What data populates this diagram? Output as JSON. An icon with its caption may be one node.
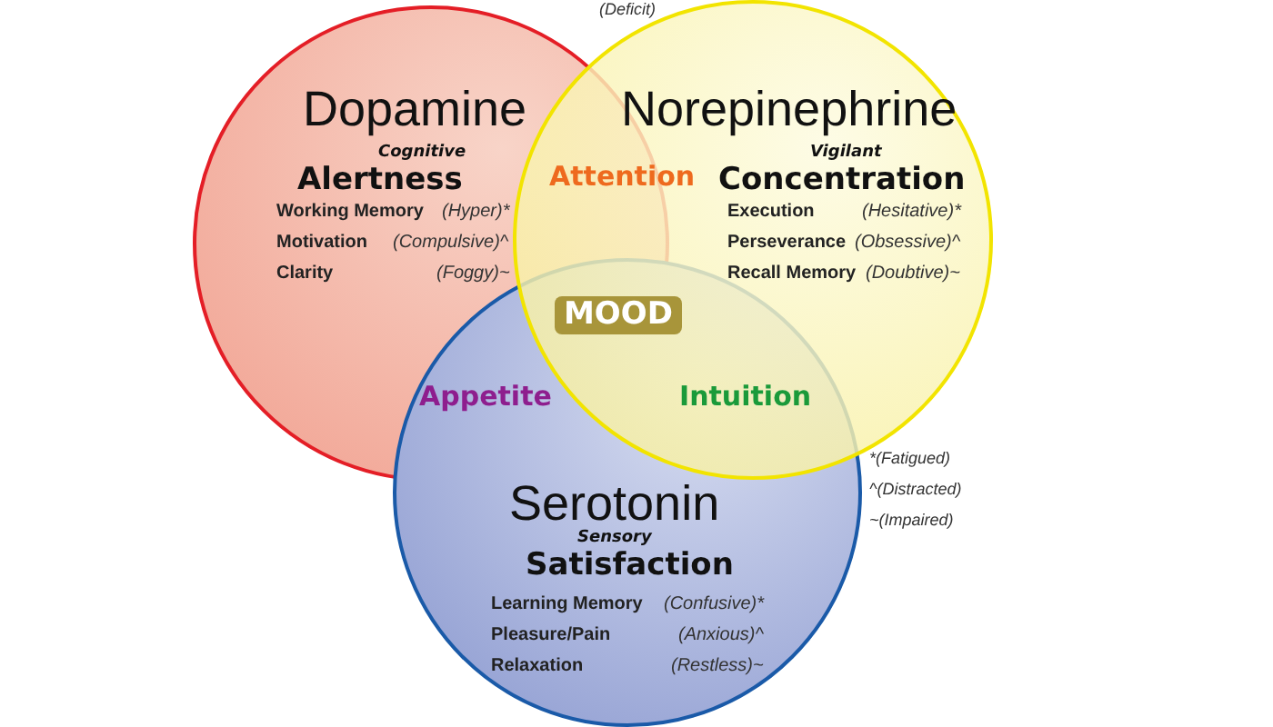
{
  "diagram": {
    "nodes": [
      {
        "text": [
          "Dopamine",
          "Cognitive",
          "Alertness",
          "Working Memory",
          "(Hyper)*",
          "Motivation",
          "(Compulsive)^",
          "Clarity",
          "(Foggy)~"
        ]
      },
      {
        "text": [
          "Serotonin",
          "Sensory",
          "Satisfaction",
          "Learning Memory",
          "(Confusive)*",
          "Pleasure/Pain",
          "(Anxious)^",
          "Relaxation",
          "(Restless)~"
        ]
      },
      {
        "text": [
          "Norepinephrine",
          "Vigilant",
          "Concentration",
          "Execution",
          "(Hesitative)*",
          "Perseverance",
          "(Obsessive)^",
          "Recall Memory",
          "(Doubtive)~"
        ]
      }
    ],
    "labels": [
      "(Deficit)",
      "Attention",
      "MOOD",
      "Appetite",
      "Intuition",
      "*(Fatigued)",
      "^(Distracted)",
      "~(Impaired)"
    ]
  }
}
